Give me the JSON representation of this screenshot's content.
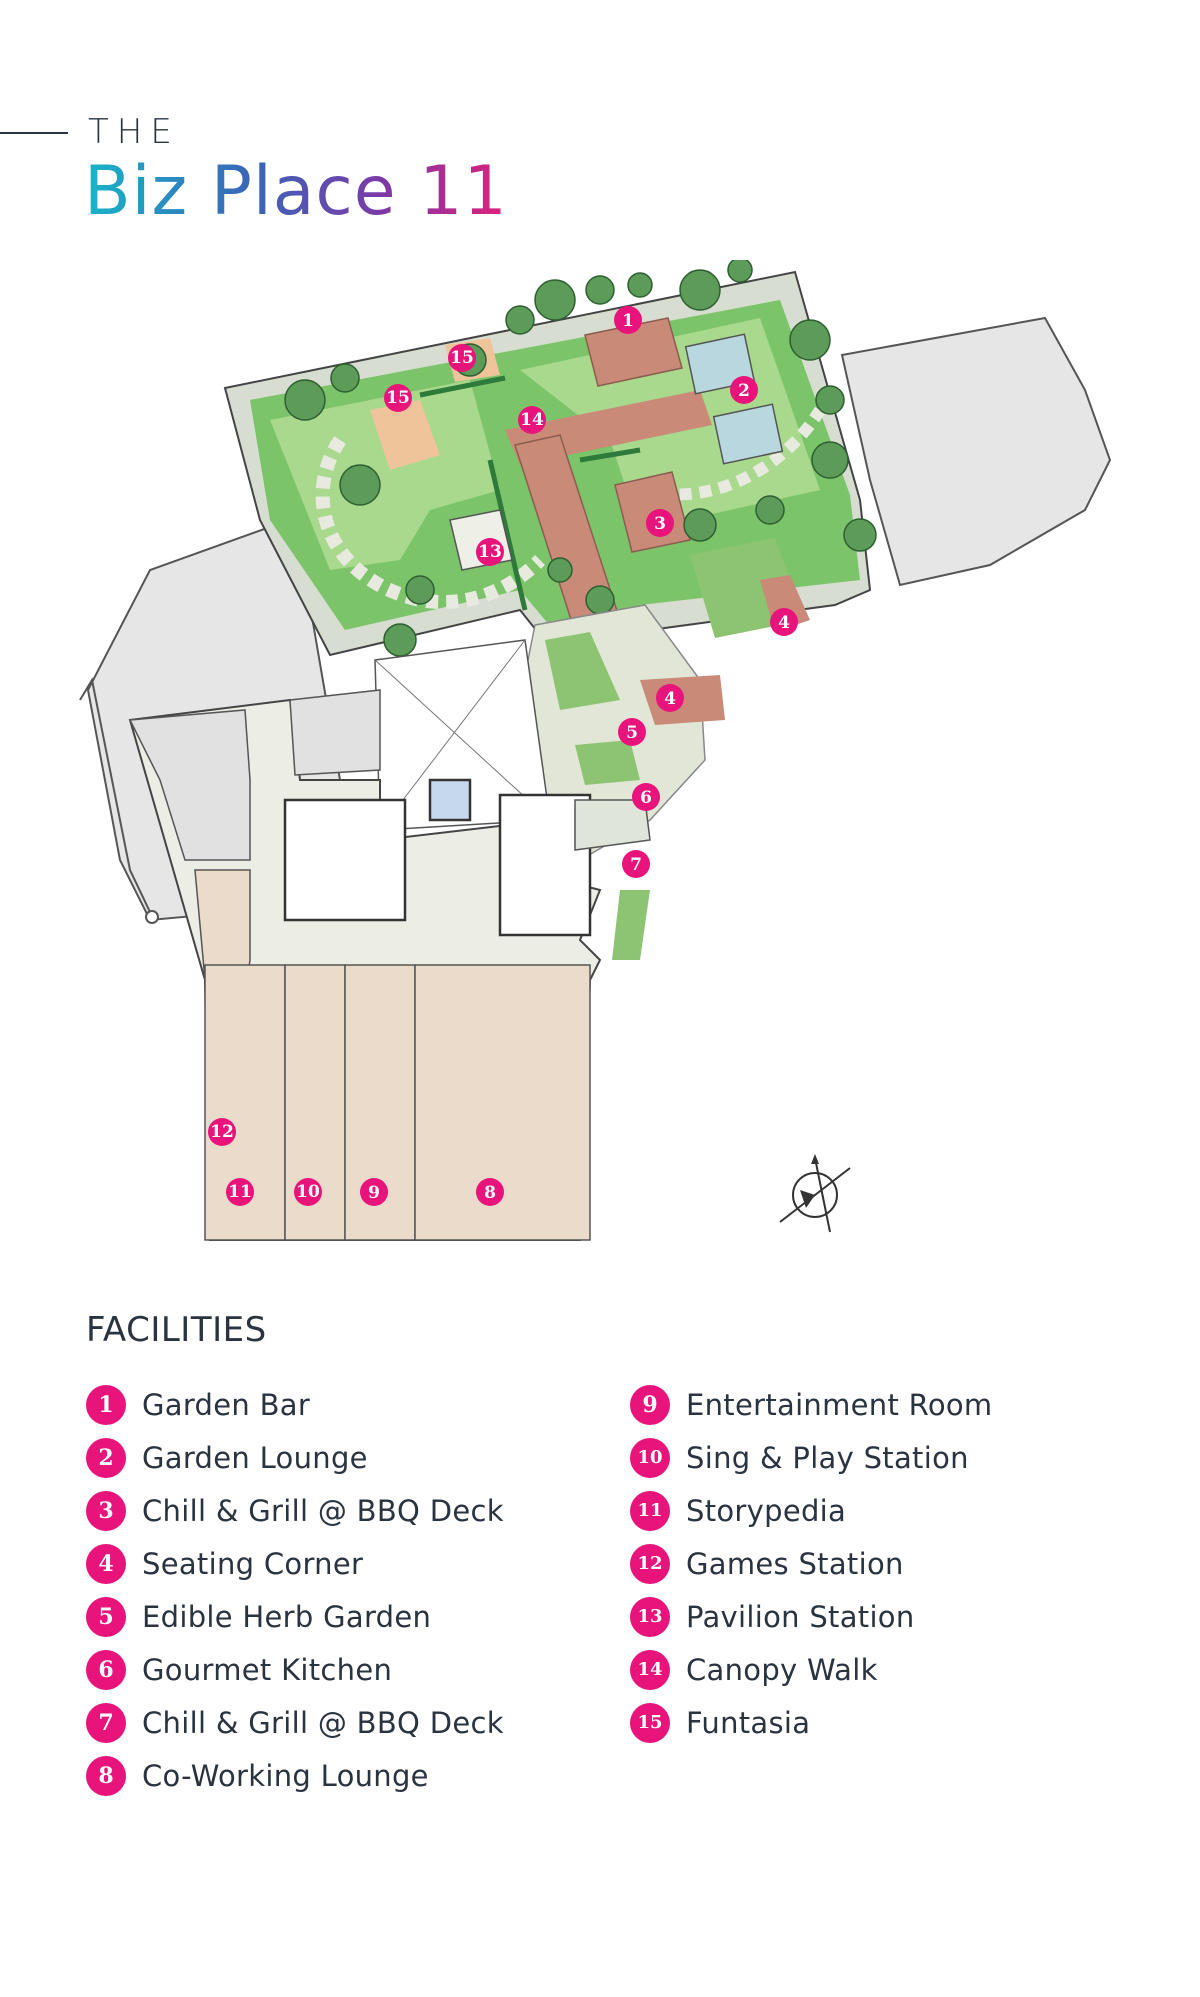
{
  "header": {
    "prefix": "THE",
    "title": "Biz Place 11"
  },
  "legend": {
    "title": "FACILITIES",
    "items": [
      {
        "num": "1",
        "label": "Garden Bar"
      },
      {
        "num": "2",
        "label": "Garden Lounge"
      },
      {
        "num": "3",
        "label": "Chill & Grill @ BBQ Deck"
      },
      {
        "num": "4",
        "label": "Seating Corner"
      },
      {
        "num": "5",
        "label": "Edible Herb Garden"
      },
      {
        "num": "6",
        "label": "Gourmet Kitchen"
      },
      {
        "num": "7",
        "label": "Chill & Grill @ BBQ Deck"
      },
      {
        "num": "8",
        "label": "Co-Working Lounge"
      },
      {
        "num": "9",
        "label": "Entertainment Room"
      },
      {
        "num": "10",
        "label": "Sing & Play Station"
      },
      {
        "num": "11",
        "label": "Storypedia"
      },
      {
        "num": "12",
        "label": "Games Station"
      },
      {
        "num": "13",
        "label": "Pavilion Station"
      },
      {
        "num": "14",
        "label": "Canopy Walk"
      },
      {
        "num": "15",
        "label": "Funtasia"
      }
    ]
  },
  "map": {
    "markers": [
      {
        "num": "1"
      },
      {
        "num": "2"
      },
      {
        "num": "3"
      },
      {
        "num": "4"
      },
      {
        "num": "4"
      },
      {
        "num": "5"
      },
      {
        "num": "6"
      },
      {
        "num": "7"
      },
      {
        "num": "8"
      },
      {
        "num": "9"
      },
      {
        "num": "10"
      },
      {
        "num": "11"
      },
      {
        "num": "12"
      },
      {
        "num": "13"
      },
      {
        "num": "14"
      },
      {
        "num": "15"
      },
      {
        "num": "15"
      }
    ]
  },
  "colors": {
    "accent": "#e8137b",
    "text": "#2a3340",
    "lawn": "#7cc46a",
    "lawn_light": "#a9d98c",
    "path": "#e2e6d7",
    "deck": "#c98a78",
    "interior": "#eceee6",
    "tan": "#eadbcb"
  }
}
